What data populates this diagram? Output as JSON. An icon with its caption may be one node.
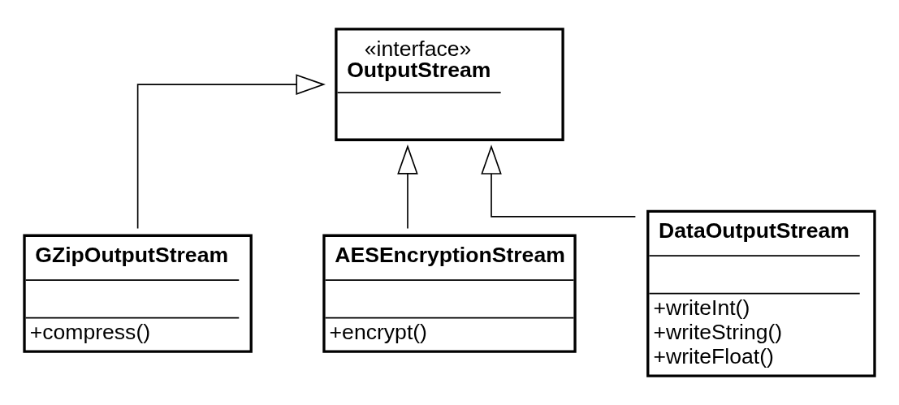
{
  "diagram": {
    "nodes": [
      {
        "text": [
          "«interface»",
          "OutputStream"
        ]
      },
      {
        "text": [
          "GZipOutputStream",
          "+compress()"
        ]
      },
      {
        "text": [
          "AESEncryptionStream",
          "+encrypt()"
        ]
      },
      {
        "text": [
          "DataOutputStream",
          "+writeInt()",
          "+writeString()",
          "+writeFloat()"
        ]
      }
    ],
    "edges": [
      {
        "from": 1,
        "to": 0,
        "arrow": "to"
      },
      {
        "from": 2,
        "to": 0,
        "arrow": "to"
      },
      {
        "from": 3,
        "to": 0,
        "arrow": "to"
      }
    ]
  }
}
